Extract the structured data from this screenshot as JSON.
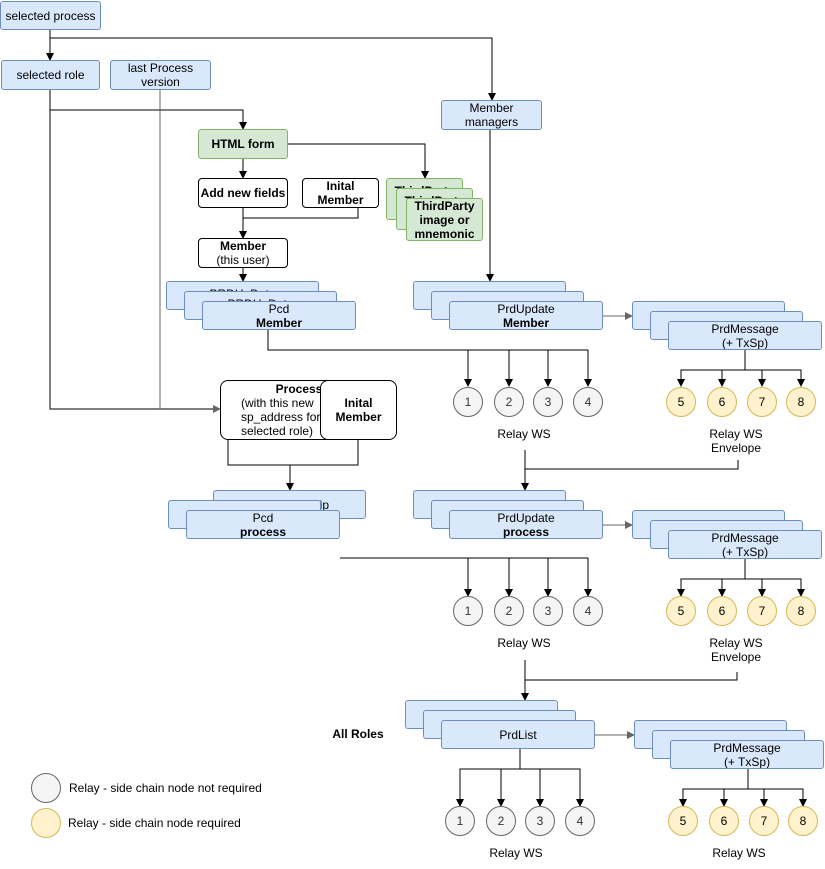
{
  "colors": {
    "blue_fill": "#dae8fc",
    "blue_border": "#6c8ebf",
    "green_fill": "#d5e8d4",
    "green_border": "#82b366",
    "grey_fill": "#f5f5f5",
    "yellow_fill": "#fff2cc",
    "yellow_border": "#d6b656"
  },
  "top": {
    "selected_process": "selected process",
    "selected_role": "selected role",
    "last_process_version": "last Process version",
    "member_managers": "Member managers"
  },
  "form": {
    "html_form": "HTML form",
    "add_new_fields": "Add new fields",
    "inital_member_line1": "Inital",
    "inital_member_line2": "Member",
    "member_line1": "Member",
    "member_line2": "(this user)",
    "third_party_back": "ThirdParty",
    "third_party_line1": "ThirdParty",
    "third_party_line2": "image or",
    "third_party_line3": "mnemonic"
  },
  "pcd_member": {
    "back_text": "PRDUpDate",
    "label": "Pcd",
    "sub": "Member"
  },
  "prd_update_member": {
    "label": "PrdUpdate",
    "sub": "Member"
  },
  "prd_message": {
    "line1": "PrdMessage",
    "line2": "(+ TxSp)"
  },
  "process_box": {
    "title": "Process",
    "line1": "(with this new",
    "line2": "sp_address for",
    "line3": "selected role)",
    "inital_line1": "Inital",
    "inital_line2": "Member"
  },
  "pcd_process": {
    "back_text": "ip",
    "label": "Pcd",
    "sub": "process"
  },
  "prd_update_process": {
    "label": "PrdUpdate",
    "sub": "process"
  },
  "prd_list": {
    "label": "PrdList",
    "all_roles": "All Roles"
  },
  "relay": {
    "ws": "Relay WS",
    "ws_envelope_line1": "Relay WS",
    "ws_envelope_line2": "Envelope",
    "numbers_plain": [
      "1",
      "2",
      "3",
      "4"
    ],
    "numbers_required": [
      "5",
      "6",
      "7",
      "8"
    ]
  },
  "legend": {
    "not_required": "Relay - side chain node not required",
    "required": "Relay - side chain node required"
  }
}
